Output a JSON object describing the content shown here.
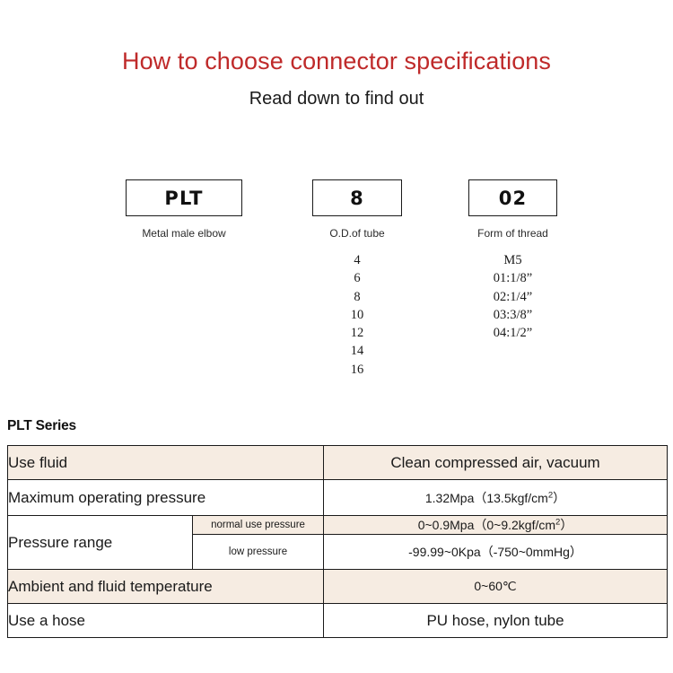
{
  "header": {
    "title": "How to choose connector specifications",
    "subtitle": "Read down to find out",
    "title_color": "#bf2a2a"
  },
  "code_builder": {
    "columns": [
      {
        "code": "PLT",
        "caption": "Metal male elbow",
        "options": []
      },
      {
        "code": "8",
        "caption": "O.D.of tube",
        "options": [
          "4",
          "6",
          "8",
          "10",
          "12",
          "14",
          "16"
        ]
      },
      {
        "code": "02",
        "caption": "Form of thread",
        "options": [
          "M5",
          "01:1/8”",
          "02:1/4”",
          "03:3/8”",
          "04:1/2”"
        ]
      }
    ]
  },
  "spec": {
    "series_label": "PLT Series",
    "row_bg_beige": "#f6ece2",
    "rows": [
      {
        "label": "Use fluid",
        "value": "Clean compressed air, vacuum",
        "shade": "beige"
      },
      {
        "label": "Maximum operating pressure",
        "value_prefix": "1.32Mpa（13.5kgf/cm",
        "value_sup": "2",
        "value_suffix": "）",
        "shade": "white"
      },
      {
        "label": "Pressure range",
        "sub_rows": [
          {
            "sublabel": "normal use pressure",
            "value_prefix": "0~0.9Mpa（0~9.2kgf/cm",
            "value_sup": "2",
            "value_suffix": "）",
            "shade": "beige"
          },
          {
            "sublabel": "low pressure",
            "value": "-99.99~0Kpa（-750~0mmHg）",
            "shade": "white"
          }
        ]
      },
      {
        "label": "Ambient and fluid temperature",
        "value": "0~60℃",
        "shade": "beige"
      },
      {
        "label": "Use a hose",
        "value": "PU hose, nylon tube",
        "shade": "white"
      }
    ]
  }
}
